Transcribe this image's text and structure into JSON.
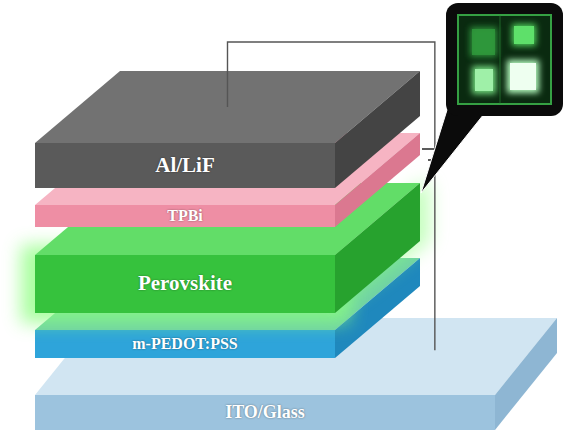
{
  "diagram": {
    "nodes": [
      {
        "text": [
          "Al/LiF"
        ]
      },
      {
        "text": [
          "TPBi"
        ]
      },
      {
        "text": [
          "Perovskite"
        ]
      },
      {
        "text": [
          "m-PEDOT:PSS"
        ]
      },
      {
        "text": [
          "ITO/Glass"
        ]
      }
    ],
    "edges": [
      {
        "from": 0,
        "to": 4,
        "arrow": "none"
      }
    ]
  }
}
